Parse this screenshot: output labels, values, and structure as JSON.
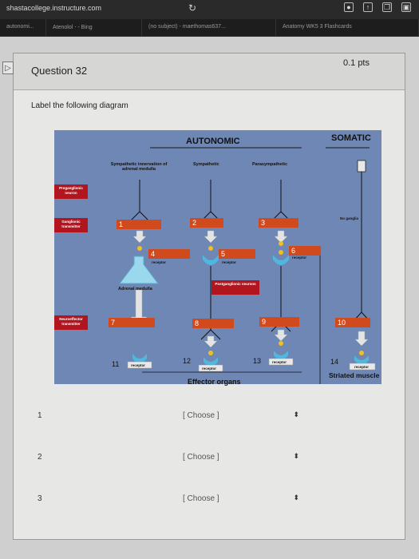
{
  "browser": {
    "url": "shastacollege.instructure.com",
    "tabs": [
      "autonomi...",
      "Atenolol ⋅ - Bing",
      "(no subject) - maethomas637...",
      "Anatomy WK5 3 Flashcards"
    ]
  },
  "question": {
    "title": "Question 32",
    "points": "0.1 pts",
    "prompt": "Label the following diagram"
  },
  "diagram": {
    "autonomic": "AUTONOMIC",
    "somatic": "SOMATIC",
    "sub_sympathetic_innervation": "Sympathetic innervation of adrenal medulla",
    "sub_sympathetic": "Sympathetic",
    "sub_parasympathetic": "Parasympathetic",
    "preganglionic": "Preganglionic neuron",
    "ganglionic_transmitter": "Ganglionic transmitter",
    "neuroeffector": "Neuroeffector transmitter",
    "postganglionic": "Postganglionic neurons",
    "no_ganglia": "No ganglia",
    "adrenal_medulla": "Adrenal medulla",
    "effector_organs": "Effector organs",
    "striated_muscle": "Striated muscle",
    "receptor": "receptor",
    "n1": "1",
    "n2": "2",
    "n3": "3",
    "n4": "4",
    "n5": "5",
    "n6": "6",
    "n7": "7",
    "n8": "8",
    "n9": "9",
    "n10": "10",
    "n11": "11",
    "n12": "12",
    "n13": "13",
    "n14": "14"
  },
  "answers": [
    {
      "number": "1",
      "value": "[ Choose ]"
    },
    {
      "number": "2",
      "value": "[ Choose ]"
    },
    {
      "number": "3",
      "value": "[ Choose ]"
    }
  ],
  "colors": {
    "diagram_bg": "#6e87b5",
    "label_red": "#b3151e",
    "answer_orange": "#d14a1d",
    "receptor_cyan": "#4fb8df",
    "dot_yellow": "#f0c020"
  }
}
